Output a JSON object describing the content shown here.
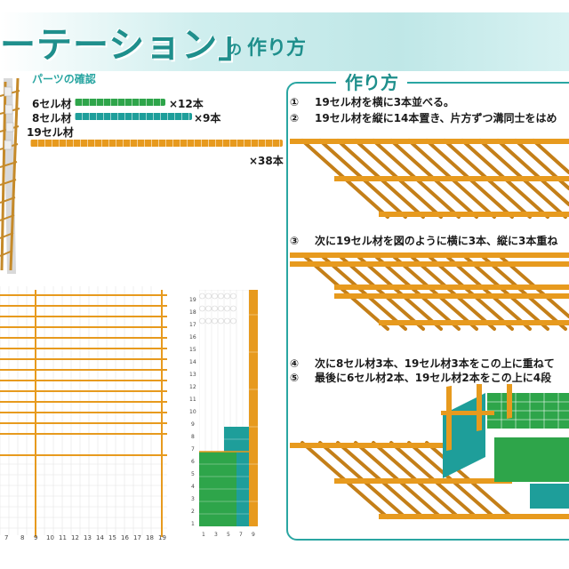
{
  "header": {
    "title": "ーテーション」",
    "subtitle_no": "の",
    "subtitle": "作り方"
  },
  "parts": {
    "title": "パーツの確認",
    "items": [
      {
        "label": "6セル材",
        "count": "×12本",
        "color": "#2ea54a"
      },
      {
        "label": "8セル材",
        "count": "×9本",
        "color": "#1e9e9a"
      },
      {
        "label": "19セル材",
        "count": "×38本",
        "color": "#e79a1e"
      }
    ]
  },
  "instructions": {
    "title": "作り方",
    "steps": [
      {
        "num": "①",
        "text": "19セル材を横に3本並べる。"
      },
      {
        "num": "②",
        "text": "19セル材を縦に14本置き、片方ずつ溝同士をはめ"
      },
      {
        "num": "③",
        "text": "次に19セル材を図のように横に3本、縦に3本重ね"
      },
      {
        "num": "④",
        "text": "次に8セル材3本、19セル材3本をこの上に重ねて"
      },
      {
        "num": "⑤",
        "text": "最後に6セル材2本、19セル材2本をこの上に4段"
      }
    ]
  },
  "plan": {
    "x_labels": [
      "7",
      "8",
      "9",
      "10",
      "11",
      "12",
      "13",
      "14",
      "15",
      "16",
      "17",
      "18",
      "19"
    ]
  },
  "stack_chart": {
    "y_labels": [
      "1",
      "2",
      "3",
      "4",
      "5",
      "6",
      "7",
      "8",
      "9",
      "10",
      "11",
      "12",
      "13",
      "14",
      "15",
      "16",
      "17",
      "18",
      "19"
    ],
    "x_labels": [
      "1",
      "3",
      "5",
      "7",
      "9"
    ]
  }
}
